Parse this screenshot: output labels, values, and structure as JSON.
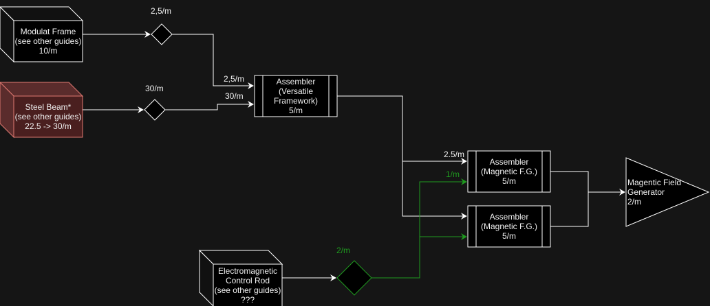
{
  "colors": {
    "background": "#151515",
    "line": "#ffffff",
    "green": "#1f9a1f",
    "steel_fill": "#4a1f1f",
    "steel_stroke": "#e07a72"
  },
  "nodes": {
    "modular_frame": {
      "lines": [
        "Modulat Frame",
        "(see other guides)",
        "10/m"
      ]
    },
    "steel_beam": {
      "lines": [
        "Steel Beam*",
        "(see other guides)",
        "22.5 -> 30/m"
      ]
    },
    "em_control_rod": {
      "lines": [
        "Electromagnetic",
        "Control Rod",
        "(see other guides)",
        "???"
      ]
    },
    "assembler_vf": {
      "lines": [
        "Assembler",
        "(Versatile",
        "Framework)",
        "5/m"
      ]
    },
    "assembler_mfg_1": {
      "lines": [
        "Assembler",
        "(Magnetic F.G.)",
        "5/m"
      ]
    },
    "assembler_mfg_2": {
      "lines": [
        "Assembler",
        "(Magnetic F.G.)",
        "5/m"
      ]
    },
    "output": {
      "lines": [
        "Magentic Field",
        "Generator",
        "2/m"
      ]
    }
  },
  "edge_labels": {
    "frame_split": "2,5/m",
    "beam_split": "30/m",
    "frame_to_asm": "2,5/m",
    "beam_to_asm": "30/m",
    "vf_to_mfg": "2.5/m",
    "rod_to_mfg": "1/m",
    "rod_split": "2/m"
  }
}
